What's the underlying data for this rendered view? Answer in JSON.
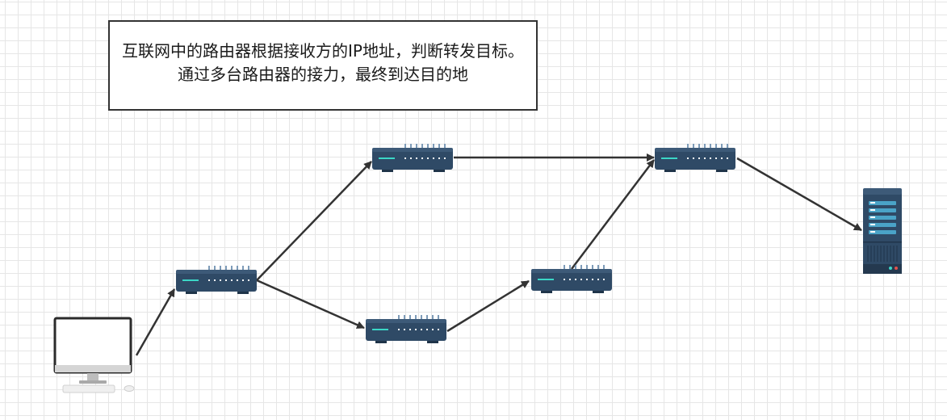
{
  "note": {
    "text": "互联网中的路由器根据接收方的IP地址，判断转发目标。通过多台路由器的接力，最终到达目的地"
  },
  "nodes": {
    "client": {
      "name": "client-computer",
      "icon": "desktop-computer-icon"
    },
    "routers": [
      {
        "name": "router-1",
        "icon": "router-icon"
      },
      {
        "name": "router-2",
        "icon": "router-icon"
      },
      {
        "name": "router-3",
        "icon": "router-icon"
      },
      {
        "name": "router-4",
        "icon": "router-icon"
      },
      {
        "name": "router-5",
        "icon": "router-icon"
      }
    ],
    "server": {
      "name": "destination-server",
      "icon": "server-icon"
    }
  },
  "colors": {
    "device_body": "#2f4a66",
    "device_dark": "#1f3449",
    "device_light": "#3d5a78",
    "led": "#ffffff",
    "accent": "#3bd6c6",
    "arrow": "#333333",
    "border": "#333333"
  }
}
